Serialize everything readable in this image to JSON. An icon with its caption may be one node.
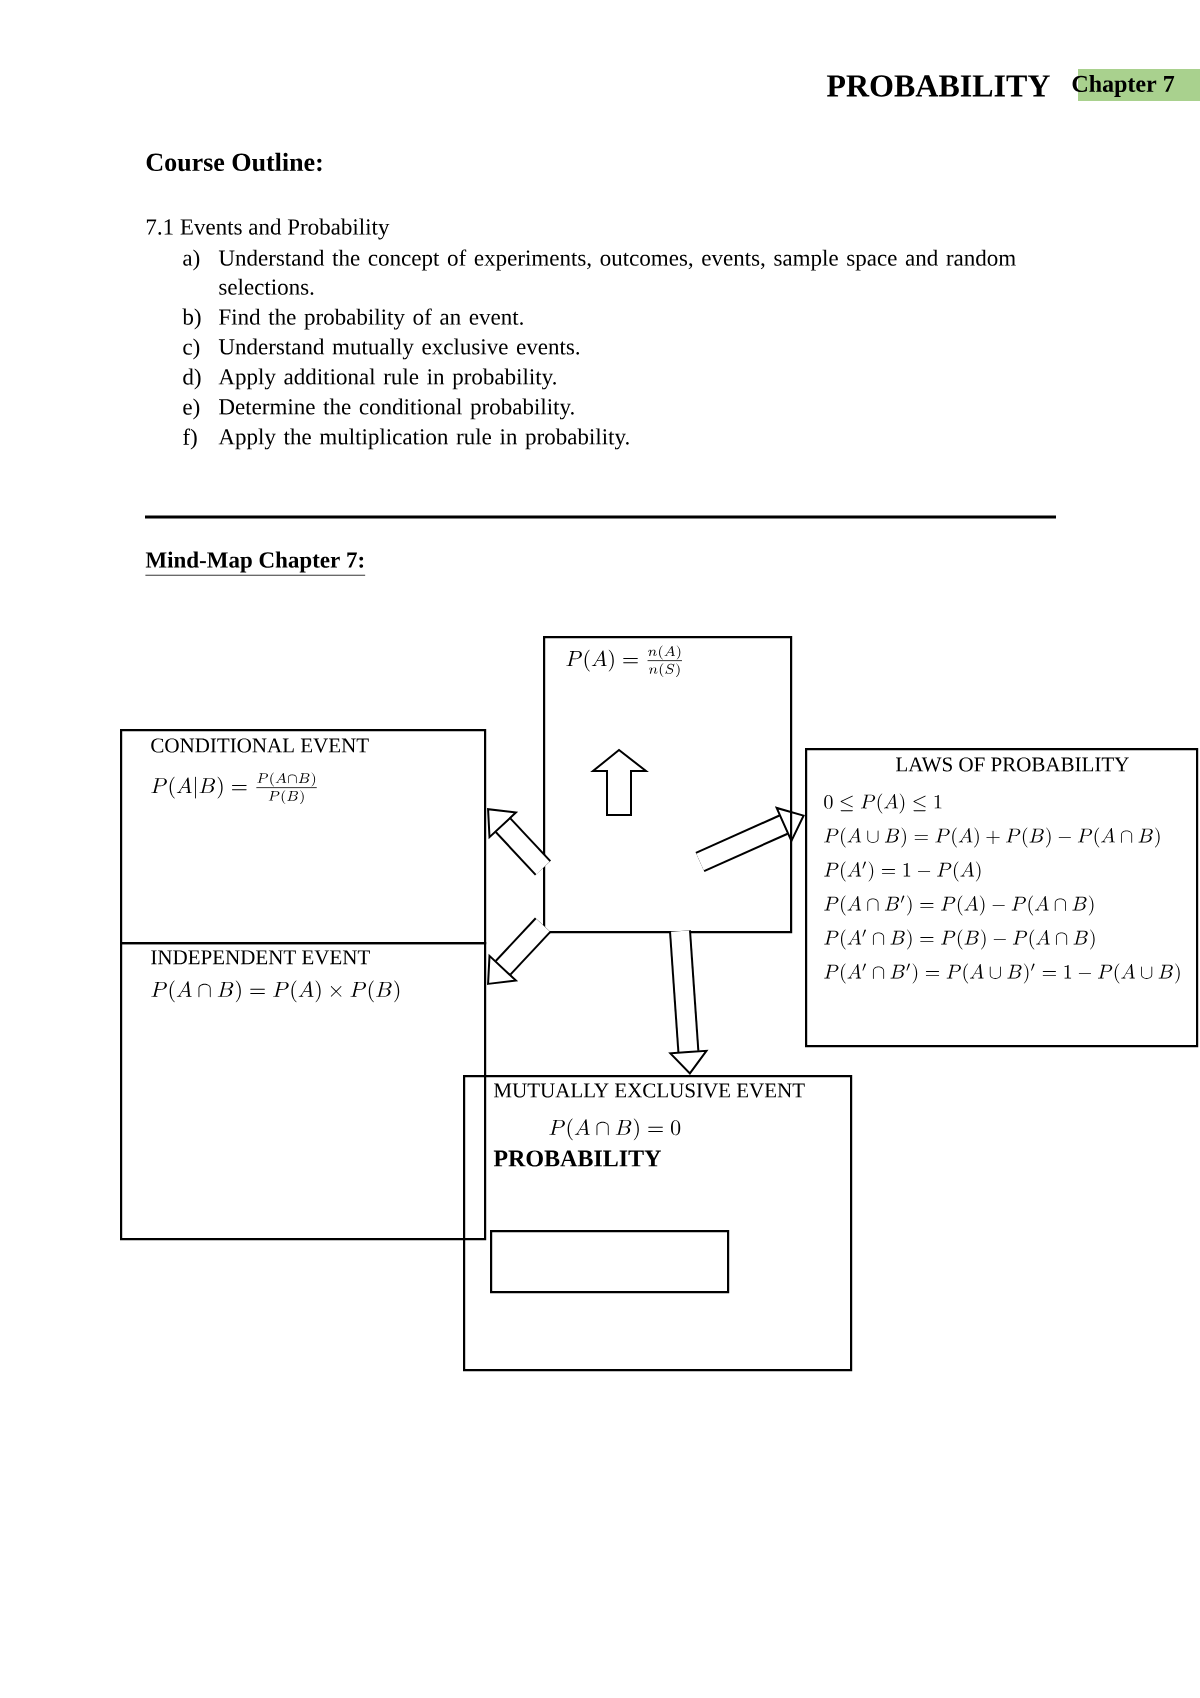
{
  "diagram": {
    "title": "PROBABILITY",
    "nodes": [
      {
        "text": [
          "P(A)=\\frac{n(A)}{n(S)}"
        ]
      },
      {
        "text": [
          "CONDITIONAL EVENT",
          "P(A|B)=\\frac{P(A\\cap B)}{P(B)}"
        ]
      },
      {
        "text": [
          "INDEPENDENT EVENT",
          "P(A\\cap B)=P(A)\\times P(B)"
        ]
      },
      {
        "text": [
          "LAWS OF PROBABILITY",
          "0\\le P(A)\\le 1",
          "P(A\\cup B)=P(A)+P(B)-P(A\\cap B)",
          "P(A')=1-P(A)",
          "P(A\\cap B')=P(A)-P(A\\cap B)",
          "P(A'\\cap B)=P(B)-P(A\\cap B)",
          "P(A'\\cap B')=P(A\\cup B)'=1-P(A\\cup B)"
        ]
      },
      {
        "text": [
          "MUTUALLY EXCLUSIVE EVENT",
          "P(A\\cap B)=0",
          "PROBABILITY"
        ]
      },
      {
        "text": [],
        "shape": "box",
        "in": 4
      }
    ],
    "edges": [
      {
        "from": 0,
        "to": 1,
        "arrow": "to"
      },
      {
        "from": 0,
        "to": 2,
        "arrow": "to"
      },
      {
        "from": 0,
        "to": 3,
        "arrow": "to"
      },
      {
        "from": 0,
        "to": 4,
        "arrow": "to"
      }
    ],
    "labels": [
      "Chapter 7",
      "Course Outline:",
      "7.1 Events and Probability",
      "a)",
      "Understand the concept of experiments, outcomes, events, sample space and random selections.",
      "b)",
      "Find the probability of an event.",
      "c)",
      "Understand mutually exclusive events.",
      "d)",
      "Apply additional rule in probability.",
      "e)",
      "Determine the conditional probability.",
      "f)",
      "Apply the multiplication rule in probability.",
      "Mind-Map Chapter 7:"
    ]
  }
}
